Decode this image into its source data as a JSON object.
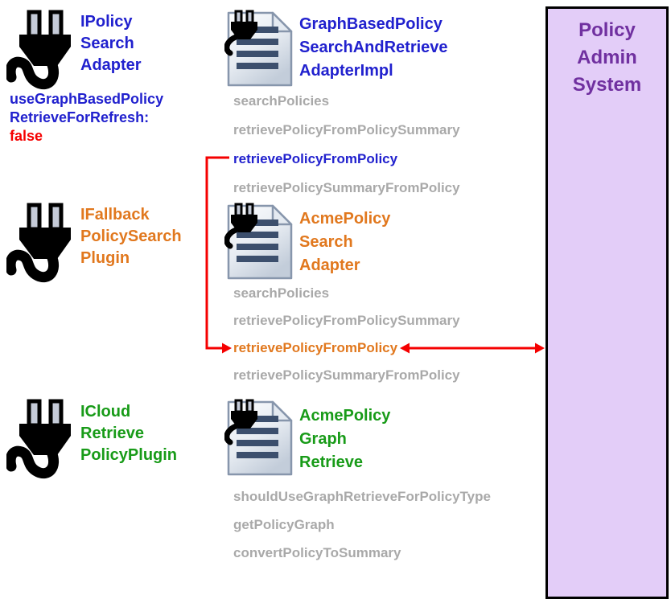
{
  "colors": {
    "interface_blue": "#2121CE",
    "plugin_orange": "#E1781E",
    "plugin_green": "#189B18",
    "alert_red": "#F50000",
    "muted_gray": "#A9A9A9",
    "panel_purple_text": "#7030A0",
    "panel_lavender_bg": "#E3CDF8"
  },
  "interfaces": [
    {
      "icon": "plug-icon",
      "color": "blue",
      "lines": [
        "IPolicy",
        "Search",
        "Adapter"
      ]
    },
    {
      "icon": "plug-icon",
      "color": "orange",
      "lines": [
        "IFallback",
        "PolicySearch",
        "Plugin"
      ]
    },
    {
      "icon": "plug-icon",
      "color": "green",
      "lines": [
        "ICloud",
        "Retrieve",
        "PolicyPlugin"
      ]
    }
  ],
  "config": {
    "line1": "useGraphBasedPolicy",
    "line2": "RetrieveForRefresh:",
    "value": "false"
  },
  "implementations": [
    {
      "icon": "document-plugin-icon",
      "color": "blue",
      "lines": [
        "GraphBasedPolicy",
        "SearchAndRetrieve",
        "AdapterImpl"
      ],
      "methods": [
        {
          "label": "searchPolicies",
          "state": "muted"
        },
        {
          "label": "retrievePolicyFromPolicySummary",
          "state": "muted"
        },
        {
          "label": "retrievePolicyFromPolicy",
          "state": "highlight-blue"
        },
        {
          "label": "retrievePolicySummaryFromPolicy",
          "state": "muted"
        }
      ]
    },
    {
      "icon": "document-plugin-icon",
      "color": "orange",
      "lines": [
        "AcmePolicy",
        "Search",
        "Adapter"
      ],
      "methods": [
        {
          "label": "searchPolicies",
          "state": "muted"
        },
        {
          "label": "retrievePolicyFromPolicySummary",
          "state": "muted"
        },
        {
          "label": "retrievePolicyFromPolicy",
          "state": "highlight-orange"
        },
        {
          "label": "retrievePolicySummaryFromPolicy",
          "state": "muted"
        }
      ]
    },
    {
      "icon": "document-plugin-icon",
      "color": "green",
      "lines": [
        "AcmePolicy",
        "Graph",
        "Retrieve"
      ],
      "methods": [
        {
          "label": "shouldUseGraphRetrieveForPolicyType",
          "state": "muted"
        },
        {
          "label": "getPolicyGraph",
          "state": "muted"
        },
        {
          "label": "convertPolicyToSummary",
          "state": "muted"
        }
      ]
    }
  ],
  "admin_panel": {
    "lines": [
      "Policy",
      "Admin",
      "System"
    ]
  },
  "connections": {
    "delegation": "retrievePolicyFromPolicy -> retrievePolicyFromPolicy",
    "bidirectional": "retrievePolicyFromPolicy <-> Policy Admin System"
  }
}
